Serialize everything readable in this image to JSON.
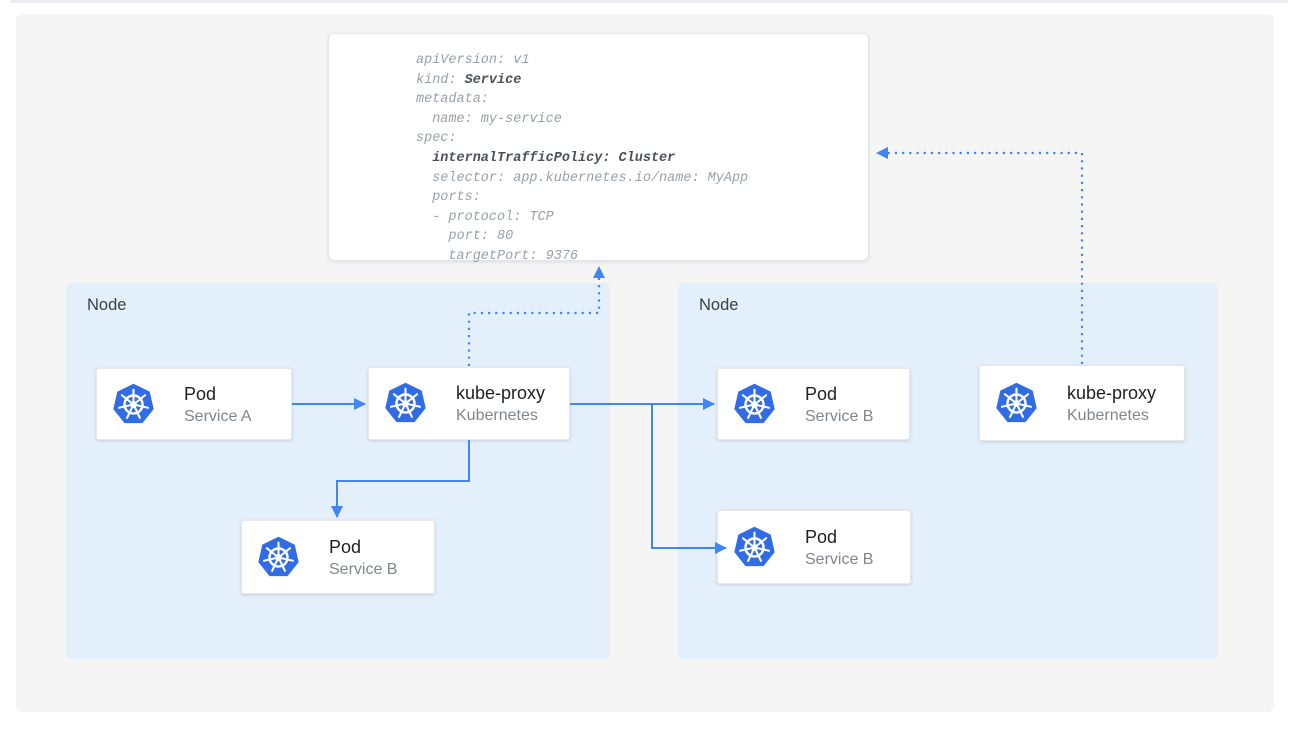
{
  "header": {
    "top_border": ""
  },
  "yaml_card": {
    "lines": [
      {
        "segs": [
          {
            "text": "apiVersion: v1"
          }
        ]
      },
      {
        "segs": [
          {
            "text": "kind: "
          },
          {
            "text": "Service",
            "bold": true
          }
        ]
      },
      {
        "segs": [
          {
            "text": "metadata:"
          }
        ]
      },
      {
        "segs": [
          {
            "text": "  name: my-service"
          }
        ]
      },
      {
        "segs": [
          {
            "text": "spec:"
          }
        ]
      },
      {
        "segs": [
          {
            "text": "  "
          },
          {
            "text": "internalTrafficPolicy: Cluster",
            "bold": true
          }
        ]
      },
      {
        "segs": [
          {
            "text": "  selector: app.kubernetes.io/name: MyApp"
          }
        ]
      },
      {
        "segs": [
          {
            "text": "  ports:"
          }
        ]
      },
      {
        "segs": [
          {
            "text": "  - protocol: TCP"
          }
        ]
      },
      {
        "segs": [
          {
            "text": "    port: 80"
          }
        ]
      },
      {
        "segs": [
          {
            "text": "    targetPort: 9376"
          }
        ]
      }
    ]
  },
  "nodes": [
    {
      "label": "Node"
    },
    {
      "label": "Node"
    }
  ],
  "cards": [
    {
      "title": "Pod",
      "subtitle": "Service A"
    },
    {
      "title": "kube-proxy",
      "subtitle": "Kubernetes"
    },
    {
      "title": "Pod",
      "subtitle": "Service B"
    },
    {
      "title": "Pod",
      "subtitle": "Service B"
    },
    {
      "title": "kube-proxy",
      "subtitle": "Kubernetes"
    },
    {
      "title": "Pod",
      "subtitle": "Service B"
    }
  ],
  "icons": {
    "kubernetes": "kubernetes-helm-icon"
  },
  "colors": {
    "accent_blue": "#4285f4",
    "kubernetes_blue": "#326ce5",
    "node_bg": "#e3f0fc",
    "canvas_bg": "#f5f5f6",
    "yaml_text": "#9aa0a6",
    "yaml_bold_text": "#4d5156",
    "title_text": "#202124",
    "subtitle_text": "#80868b"
  }
}
